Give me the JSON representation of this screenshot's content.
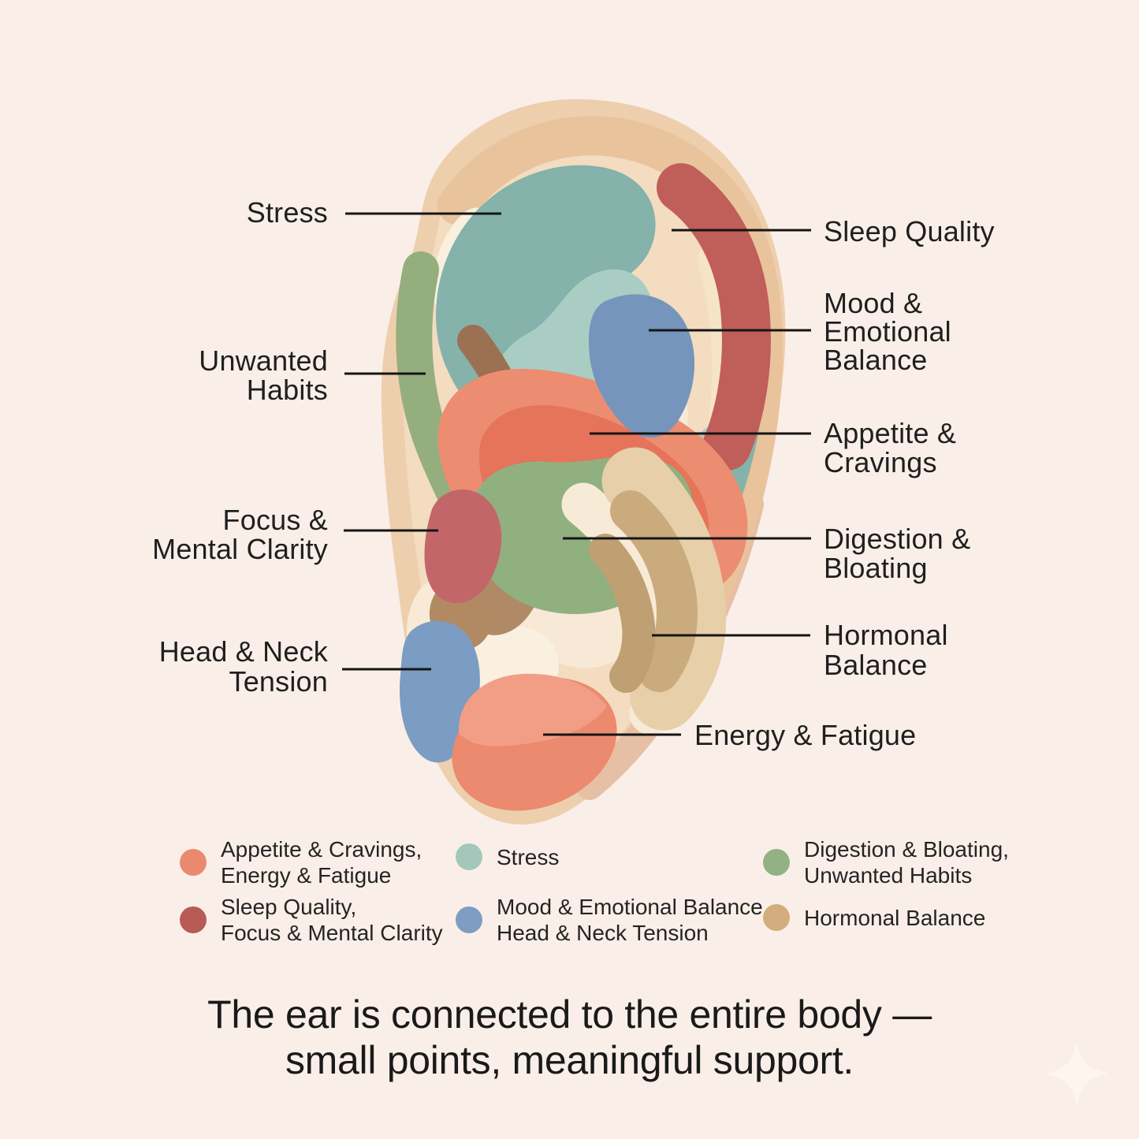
{
  "poster": {
    "background": "#faefe8",
    "caption": "The ear is connected to the entire body —\nsmall points, meaningful support."
  },
  "ear_labels": {
    "left": [
      {
        "text": "Stress"
      },
      {
        "text": "Unwanted\nHabits"
      },
      {
        "text": "Focus &\nMental Clarity"
      },
      {
        "text": "Head & Neck\nTension"
      }
    ],
    "right": [
      {
        "text": "Sleep Quality"
      },
      {
        "text": "Mood &\nEmotional\nBalance"
      },
      {
        "text": "Appetite &\nCravings"
      },
      {
        "text": "Digestion &\nBloating"
      },
      {
        "text": "Hormonal\nBalance"
      },
      {
        "text": "Energy & Fatigue"
      }
    ]
  },
  "zones": {
    "stress": "#85b2aa",
    "stress_light": "#a9cdc2",
    "sleep_quality": "#c05e5a",
    "mood": "#7595bc",
    "appetite": "#ec8d72",
    "appetite_deep": "#e5745a",
    "digestion": "#91b080",
    "unwanted_habits": "#95ae7e",
    "focus": "#c3666a",
    "head_neck": "#7b9cc3",
    "energy": "#eb8a6e",
    "energy_light": "#f29e86",
    "hormonal": "#c9ab7e",
    "hormonal_deep": "#bfa072"
  },
  "legend": {
    "items": [
      {
        "label": "Appetite & Cravings,\nEnergy & Fatigue",
        "color": "#e98a6e"
      },
      {
        "label": "Sleep Quality,\nFocus & Mental Clarity",
        "color": "#b85a55"
      },
      {
        "label": "Stress",
        "color": "#a3c8bb"
      },
      {
        "label": "Mood & Emotional Balance,\nHead & Neck Tension",
        "color": "#7f9dc2"
      },
      {
        "label": "Digestion & Bloating,\nUnwanted Habits",
        "color": "#92b184"
      },
      {
        "label": "Hormonal Balance",
        "color": "#d3ad7e"
      }
    ]
  }
}
